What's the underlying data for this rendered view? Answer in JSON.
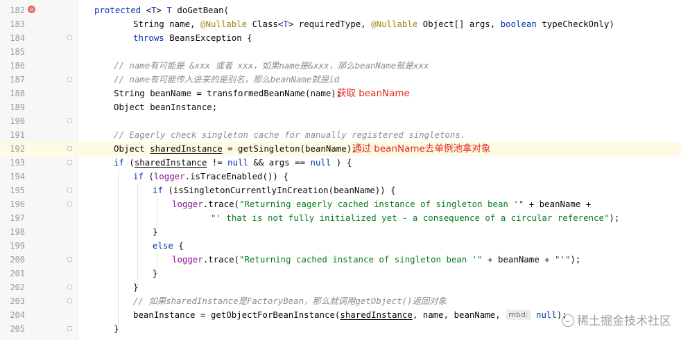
{
  "lines": [
    {
      "n": "182",
      "tokens": [
        [
          "kw",
          "protected "
        ],
        [
          "",
          "<"
        ],
        [
          "kw",
          "T"
        ],
        [
          "",
          "> "
        ],
        [
          "kw",
          "T"
        ],
        [
          "",
          " doGetBean("
        ]
      ]
    },
    {
      "n": "183",
      "tokens": [
        [
          "",
          "String name, "
        ],
        [
          "ann",
          "@Nullable"
        ],
        [
          "",
          " Class<"
        ],
        [
          "kw",
          "T"
        ],
        [
          "",
          "> requiredType, "
        ],
        [
          "ann",
          "@Nullable"
        ],
        [
          "",
          " Object[] args, "
        ],
        [
          "kw",
          "boolean"
        ],
        [
          "",
          " typeCheckOnly)"
        ]
      ]
    },
    {
      "n": "184",
      "tokens": [
        [
          "kw",
          "throws"
        ],
        [
          "",
          " BeansException {"
        ]
      ]
    },
    {
      "n": "185",
      "tokens": []
    },
    {
      "n": "186",
      "tokens": [
        [
          "cmt",
          "// name有可能是 &xxx 或者 xxx，如果name是&xxx，那么beanName就是xxx"
        ]
      ]
    },
    {
      "n": "187",
      "tokens": [
        [
          "cmt",
          "// name有可能传入进来的是别名，那么beanName就是id"
        ]
      ]
    },
    {
      "n": "188",
      "tokens": [
        [
          "",
          "String beanName = transformedBeanName(name);"
        ]
      ]
    },
    {
      "n": "189",
      "tokens": [
        [
          "",
          "Object beanInstance;"
        ]
      ]
    },
    {
      "n": "190",
      "tokens": []
    },
    {
      "n": "191",
      "tokens": [
        [
          "cmt",
          "// Eagerly check singleton cache for manually registered singletons."
        ]
      ]
    },
    {
      "n": "192",
      "tokens": [
        [
          "",
          "Object "
        ],
        [
          "ul",
          "sharedInstance"
        ],
        [
          "",
          " = getSingleton(beanName);"
        ]
      ]
    },
    {
      "n": "193",
      "tokens": [
        [
          "kw",
          "if"
        ],
        [
          "",
          " ("
        ],
        [
          "ul",
          "sharedInstance"
        ],
        [
          "",
          " != "
        ],
        [
          "kw",
          "null"
        ],
        [
          "",
          " && args == "
        ],
        [
          "kw",
          "null"
        ],
        [
          "",
          " ) {"
        ]
      ]
    },
    {
      "n": "194",
      "tokens": [
        [
          "kw",
          "if"
        ],
        [
          "",
          " ("
        ],
        [
          "fld",
          "logger"
        ],
        [
          "",
          ".isTraceEnabled()) {"
        ]
      ]
    },
    {
      "n": "195",
      "tokens": [
        [
          "kw",
          "if"
        ],
        [
          "",
          " (isSingletonCurrentlyInCreation(beanName)) {"
        ]
      ]
    },
    {
      "n": "196",
      "tokens": [
        [
          "fld",
          "logger"
        ],
        [
          "",
          ".trace("
        ],
        [
          "str",
          "\"Returning eagerly cached instance of singleton bean '\""
        ],
        [
          "",
          " + beanName +"
        ]
      ]
    },
    {
      "n": "197",
      "tokens": [
        [
          "str",
          "\"' that is not fully initialized yet - a consequence of a circular reference\""
        ],
        [
          "",
          ");"
        ]
      ]
    },
    {
      "n": "198",
      "tokens": [
        [
          "",
          "}"
        ]
      ]
    },
    {
      "n": "199",
      "tokens": [
        [
          "kw",
          "else"
        ],
        [
          "",
          " {"
        ]
      ]
    },
    {
      "n": "200",
      "tokens": [
        [
          "fld",
          "logger"
        ],
        [
          "",
          ".trace("
        ],
        [
          "str",
          "\"Returning cached instance of singleton bean '\""
        ],
        [
          "",
          " + beanName + "
        ],
        [
          "str",
          "\"'\""
        ],
        [
          "",
          ");"
        ]
      ]
    },
    {
      "n": "201",
      "tokens": [
        [
          "",
          "}"
        ]
      ]
    },
    {
      "n": "202",
      "tokens": [
        [
          "",
          "}"
        ]
      ]
    },
    {
      "n": "203",
      "tokens": [
        [
          "cmt",
          "// 如果sharedInstance是FactoryBean，那么就调用getObject()返回对象"
        ]
      ]
    },
    {
      "n": "204",
      "tokens": [
        [
          "",
          "beanInstance = getObjectForBeanInstance("
        ],
        [
          "ul",
          "sharedInstance"
        ],
        [
          "",
          ", name, beanName, "
        ],
        [
          "hint",
          "mbd:"
        ],
        [
          "",
          " "
        ],
        [
          "kw",
          "null"
        ],
        [
          "",
          ");"
        ]
      ]
    },
    {
      "n": "205",
      "tokens": [
        [
          "",
          "}"
        ]
      ]
    }
  ],
  "notes": {
    "get_bean_name": "获取 beanName",
    "get_from_singleton_pool": "通过 beanName去单例池拿对象"
  },
  "watermark": "稀土掘金技术社区"
}
